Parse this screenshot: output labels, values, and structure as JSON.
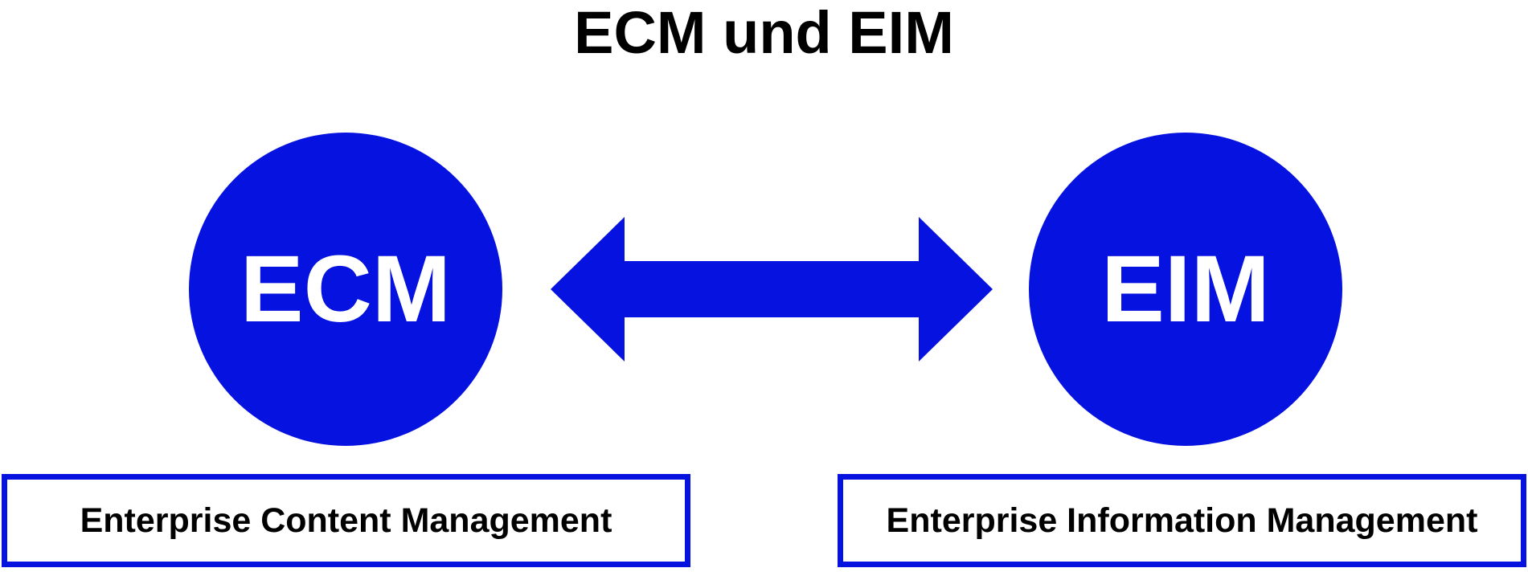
{
  "title": "ECM und EIM",
  "colors": {
    "primary_blue": "#0612df",
    "text": "#000000",
    "circle_text": "#ffffff"
  },
  "left": {
    "abbreviation": "ECM",
    "full_name": "Enterprise Content Management"
  },
  "right": {
    "abbreviation": "EIM",
    "full_name": "Enterprise Information Management"
  },
  "connector": {
    "icon": "double-headed-arrow-icon"
  }
}
